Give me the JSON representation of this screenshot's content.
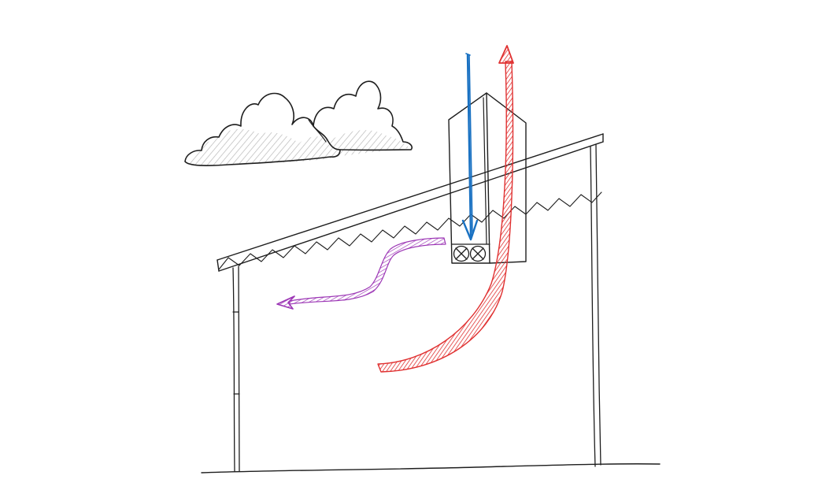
{
  "diagram": {
    "colors": {
      "ink": "#1e1e1e",
      "cloud_fill": "#c9c9c9",
      "supply_air": "#1971c2",
      "exhaust_air": "#e03131",
      "indoor_flow": "#9c36b5",
      "background": "#ffffff"
    },
    "elements": {
      "cloud": "cloud-icon",
      "roof": "roof-truss",
      "unit": "rooftop-ventilation-unit",
      "fans": "fan-icon",
      "supply": "supply-air-arrow",
      "exhaust": "exhaust-air-arrow",
      "indoor": "indoor-airflow-arrow",
      "ground": "ground-line"
    }
  }
}
